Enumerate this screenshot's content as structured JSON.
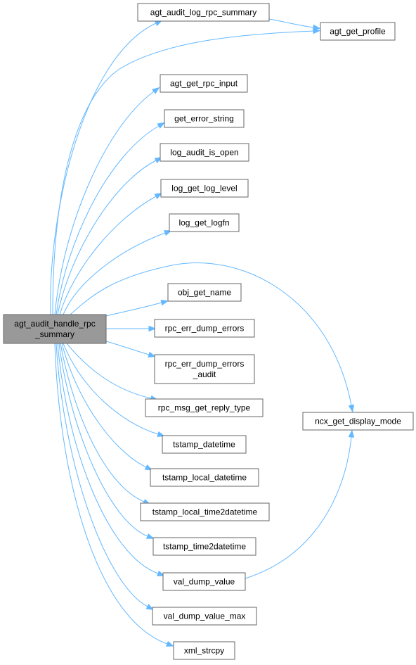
{
  "colors": {
    "edge": "#63b8ff",
    "node_border": "#666666",
    "root_fill": "#999999",
    "node_fill": "#ffffff"
  },
  "diagram": {
    "root": {
      "id": "root",
      "lines": [
        "agt_audit_handle_rpc",
        "_summary"
      ]
    },
    "nodes": [
      {
        "id": "n_log_rpc_summary",
        "lines": [
          "agt_audit_log_rpc_summary"
        ]
      },
      {
        "id": "n_get_profile",
        "lines": [
          "agt_get_profile"
        ]
      },
      {
        "id": "n_get_rpc_input",
        "lines": [
          "agt_get_rpc_input"
        ]
      },
      {
        "id": "n_get_error_string",
        "lines": [
          "get_error_string"
        ]
      },
      {
        "id": "n_log_audit_is_open",
        "lines": [
          "log_audit_is_open"
        ]
      },
      {
        "id": "n_log_get_log_level",
        "lines": [
          "log_get_log_level"
        ]
      },
      {
        "id": "n_log_get_logfn",
        "lines": [
          "log_get_logfn"
        ]
      },
      {
        "id": "n_obj_get_name",
        "lines": [
          "obj_get_name"
        ]
      },
      {
        "id": "n_rpc_err_dump_errors",
        "lines": [
          "rpc_err_dump_errors"
        ]
      },
      {
        "id": "n_rpc_err_dump_errors_audit",
        "lines": [
          "rpc_err_dump_errors",
          "_audit"
        ]
      },
      {
        "id": "n_rpc_msg_get_reply_type",
        "lines": [
          "rpc_msg_get_reply_type"
        ]
      },
      {
        "id": "n_ncx_get_display_mode",
        "lines": [
          "ncx_get_display_mode"
        ]
      },
      {
        "id": "n_tstamp_datetime",
        "lines": [
          "tstamp_datetime"
        ]
      },
      {
        "id": "n_tstamp_local_datetime",
        "lines": [
          "tstamp_local_datetime"
        ]
      },
      {
        "id": "n_tstamp_local_time2datetime",
        "lines": [
          "tstamp_local_time2datetime"
        ]
      },
      {
        "id": "n_tstamp_time2datetime",
        "lines": [
          "tstamp_time2datetime"
        ]
      },
      {
        "id": "n_val_dump_value",
        "lines": [
          "val_dump_value"
        ]
      },
      {
        "id": "n_val_dump_value_max",
        "lines": [
          "val_dump_value_max"
        ]
      },
      {
        "id": "n_xml_strcpy",
        "lines": [
          "xml_strcpy"
        ]
      }
    ],
    "edges": [
      {
        "from": "root",
        "to": "n_log_rpc_summary"
      },
      {
        "from": "root",
        "to": "n_get_profile"
      },
      {
        "from": "n_log_rpc_summary",
        "to": "n_get_profile"
      },
      {
        "from": "root",
        "to": "n_get_rpc_input"
      },
      {
        "from": "root",
        "to": "n_get_error_string"
      },
      {
        "from": "root",
        "to": "n_log_audit_is_open"
      },
      {
        "from": "root",
        "to": "n_log_get_log_level"
      },
      {
        "from": "root",
        "to": "n_log_get_logfn"
      },
      {
        "from": "root",
        "to": "n_ncx_get_display_mode"
      },
      {
        "from": "root",
        "to": "n_obj_get_name"
      },
      {
        "from": "root",
        "to": "n_rpc_err_dump_errors"
      },
      {
        "from": "root",
        "to": "n_rpc_err_dump_errors_audit"
      },
      {
        "from": "root",
        "to": "n_rpc_msg_get_reply_type"
      },
      {
        "from": "root",
        "to": "n_tstamp_datetime"
      },
      {
        "from": "root",
        "to": "n_tstamp_local_datetime"
      },
      {
        "from": "root",
        "to": "n_tstamp_local_time2datetime"
      },
      {
        "from": "root",
        "to": "n_tstamp_time2datetime"
      },
      {
        "from": "root",
        "to": "n_val_dump_value"
      },
      {
        "from": "n_val_dump_value",
        "to": "n_ncx_get_display_mode"
      },
      {
        "from": "root",
        "to": "n_val_dump_value_max"
      },
      {
        "from": "root",
        "to": "n_xml_strcpy"
      }
    ]
  }
}
